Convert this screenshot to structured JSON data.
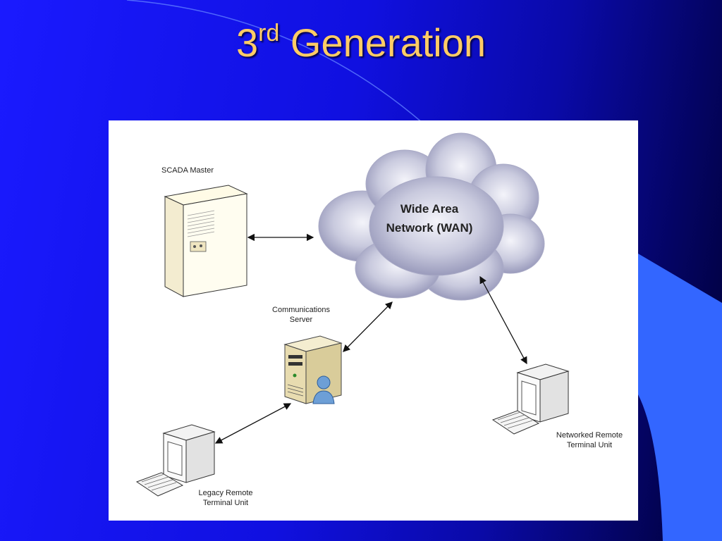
{
  "slide": {
    "title_main": "3",
    "title_sup": "rd",
    "title_rest": " Generation"
  },
  "diagram": {
    "nodes": {
      "scada_master": "SCADA Master",
      "wan_line1": "Wide Area",
      "wan_line2": "Network (WAN)",
      "comm_server_line1": "Communications",
      "comm_server_line2": "Server",
      "legacy_rtu_line1": "Legacy Remote",
      "legacy_rtu_line2": "Terminal Unit",
      "networked_rtu_line1": "Networked Remote",
      "networked_rtu_line2": "Terminal Unit"
    }
  },
  "colors": {
    "background": "#1a1aff",
    "title": "#ffcc66",
    "panel": "#ffffff",
    "accent_shape": "#3366ff"
  }
}
